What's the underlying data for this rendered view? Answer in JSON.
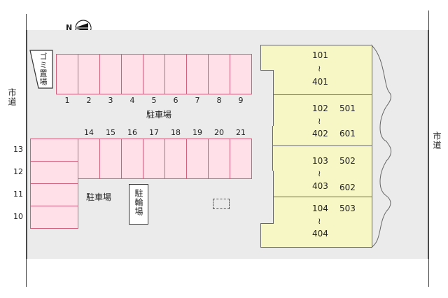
{
  "compass": {
    "north_label": "N"
  },
  "roads": {
    "left": "市道",
    "right": "市道"
  },
  "parking_labels": {
    "top": "駐車場",
    "bottom": "駐車場"
  },
  "garbage": "ゴミ置場",
  "bicycle": "駐輪場",
  "stall_numbers": {
    "top_row": [
      "1",
      "2",
      "3",
      "4",
      "5",
      "6",
      "7",
      "8",
      "9"
    ],
    "middle_row": [
      "14",
      "15",
      "16",
      "17",
      "18",
      "19",
      "20",
      "21"
    ],
    "left_column": [
      "13",
      "12",
      "11",
      "10"
    ]
  },
  "building": {
    "separator": "≀",
    "sections": [
      {
        "left_top": "101",
        "left_bottom": "401",
        "right_top": "",
        "right_bottom": ""
      },
      {
        "left_top": "102",
        "left_bottom": "402",
        "right_top": "501",
        "right_bottom": "601"
      },
      {
        "left_top": "103",
        "left_bottom": "403",
        "right_top": "502",
        "right_bottom": "602"
      },
      {
        "left_top": "104",
        "left_bottom": "404",
        "right_top": "503",
        "right_bottom": ""
      }
    ]
  }
}
